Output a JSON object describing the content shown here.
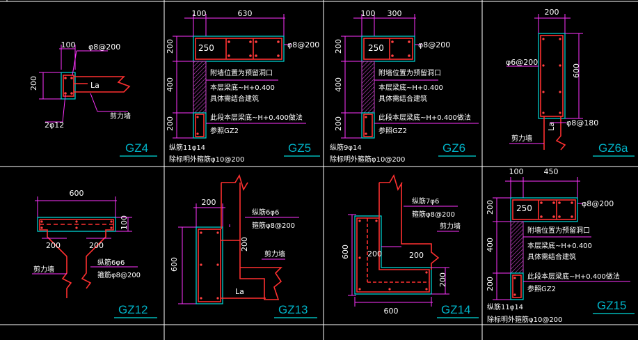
{
  "panels": {
    "gz4": {
      "label": "GZ4",
      "dim_w": "100",
      "dim_h": "200",
      "rebar": "φ8@200",
      "long": "2φ12",
      "la": "La",
      "wall": "剪力墙"
    },
    "gz5": {
      "label": "GZ5",
      "dim_a": "100",
      "dim_b": "630",
      "size": "250",
      "rebar": "φ8@200",
      "d1": "200",
      "d2": "400",
      "d3": "200",
      "n1": "附墙位置为预留洞口",
      "n2": "本层梁底~H+0.400",
      "n3": "具体需结合建筑",
      "n4": "此段本层梁底~H+0.400做法",
      "n5": "参照GZ2",
      "b1": "纵筋11φ14",
      "b2": "除标明外箍筋φ10@200"
    },
    "gz6": {
      "label": "GZ6",
      "dim_a": "100",
      "dim_b": "300",
      "size": "250",
      "rebar": "φ8@200",
      "d1": "200",
      "d2": "400",
      "d3": "200",
      "n1": "附墙位置为预留洞口",
      "n2": "本层梁底~H+0.400",
      "n3": "具体需结合建筑",
      "n4": "此段本层梁底~H+0.400做法",
      "n5": "参照GZ2",
      "b1": "纵筋9φ14",
      "b2": "除标明外箍筋φ10@200"
    },
    "gz6a": {
      "label": "GZ6a",
      "dim_w": "200",
      "dim_h": "600",
      "rebar": "φ6@200",
      "rebar2": "φ8@180",
      "la": "La",
      "wall": "剪力墙"
    },
    "gz12": {
      "label": "GZ12",
      "dim_w": "600",
      "dim_h": "100",
      "w1": "200",
      "w2": "200",
      "wall": "剪力墙",
      "long": "纵筋6φ6",
      "stir": "箍筋φ8@200"
    },
    "gz13": {
      "label": "GZ13",
      "dim_w": "200",
      "dim_h": "600",
      "dim_h2": "200",
      "long": "纵筋6φ6",
      "stir": "箍筋φ8@200",
      "wall": "剪力墙",
      "la": "La"
    },
    "gz14": {
      "label": "GZ14",
      "dim_w": "600",
      "dim_h": "600",
      "w1": "200",
      "w2": "200",
      "long": "纵筋7φ6",
      "stir": "箍筋φ8@200",
      "wall": "剪力墙"
    },
    "gz15": {
      "label": "GZ15",
      "dim_a": "100",
      "dim_b": "450",
      "size": "250",
      "rebar": "φ8@200",
      "d1": "200",
      "d2": "400",
      "d3": "200",
      "n1": "附墙位置为预留洞口",
      "n2": "本层梁底~H+0.400",
      "n3": "具体需结合建筑",
      "n4": "此段本层梁底~H+0.400做法",
      "n5": "参照GZ2",
      "b1": "纵筋11φ14",
      "b2": "除标明外箍筋φ10@200"
    }
  }
}
